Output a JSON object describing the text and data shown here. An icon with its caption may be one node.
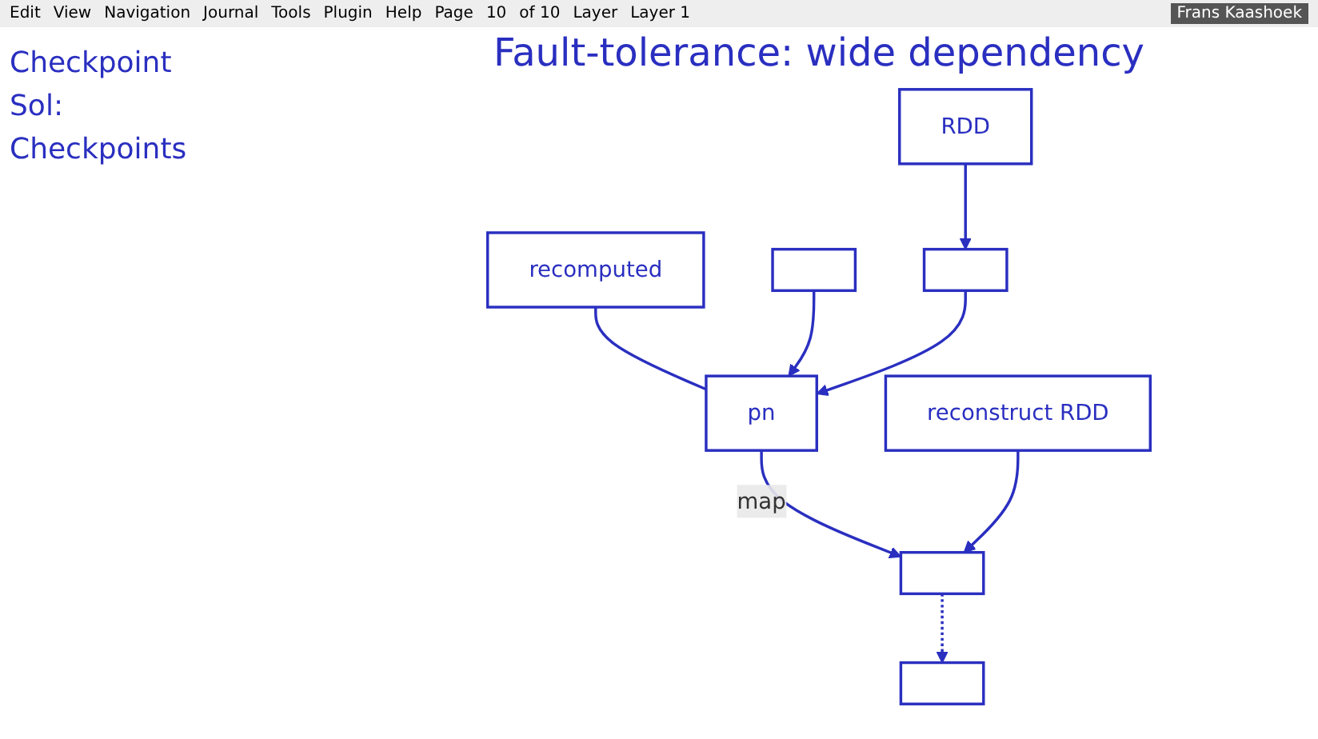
{
  "diagram": {
    "title": "Fault-tolerance: wide dependency",
    "nodes": [
      {
        "text": [
          "recomputed"
        ]
      },
      {
        "text": [],
        "shape": "box"
      },
      {
        "text": [],
        "shape": "box"
      },
      {
        "text": [
          "RDD"
        ]
      },
      {
        "text": [
          "pn"
        ]
      },
      {
        "text": [],
        "shape": "box"
      },
      {
        "text": [],
        "shape": "box"
      },
      {
        "text": [
          "reconstruct RDD"
        ]
      }
    ],
    "edges": [
      {
        "from": 0,
        "to": 4,
        "arrow": "none"
      },
      {
        "from": 1,
        "to": 4,
        "arrow": "to"
      },
      {
        "from": 2,
        "to": 4,
        "arrow": "to"
      },
      {
        "from": 3,
        "to": 2,
        "arrow": "to"
      },
      {
        "from": 4,
        "to": 5,
        "arrow": "to",
        "label": "map"
      },
      {
        "from": 7,
        "to": 5,
        "arrow": "to"
      },
      {
        "from": 5,
        "to": 6,
        "arrow": "to",
        "style": "dashed"
      }
    ],
    "labels": [
      "Edit",
      "View",
      "Navigation",
      "Journal",
      "Tools",
      "Plugin",
      "Help",
      "Page",
      "10",
      "of 10",
      "Layer",
      "Layer 1",
      "Frans Kaashoek",
      "Checkpoint",
      "Sol:",
      "Checkpoints"
    ]
  }
}
